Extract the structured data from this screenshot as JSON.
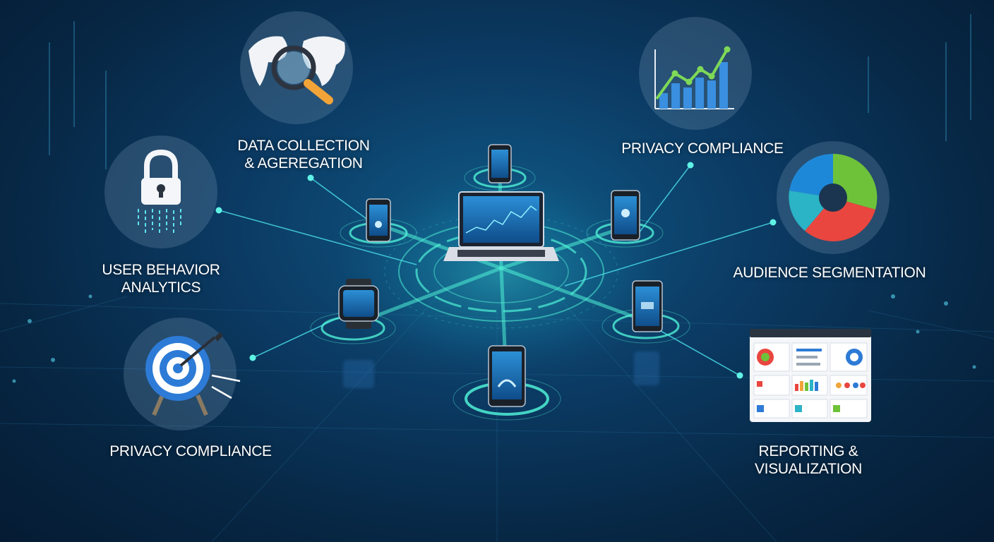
{
  "labels": {
    "data_collection": {
      "line1": "DATA COLLECTION",
      "line2": "& AGEREGATION"
    },
    "privacy_compliance_top": {
      "line1": "PRIVACY COMPLIANCE"
    },
    "user_behavior": {
      "line1": "USER BEHAVIOR",
      "line2": "ANALYTICS"
    },
    "audience_segmentation": {
      "line1": "AUDIENCE SEGMENTATION"
    },
    "privacy_compliance_bottom": {
      "line1": "PRIVACY COMPLIANCE"
    },
    "reporting": {
      "line1": "REPORTING &",
      "line2": "VISUALIZATION"
    }
  },
  "icons": {
    "globe": "globe-magnifier-icon",
    "chart": "bar-line-chart-icon",
    "lock": "padlock-icon",
    "pie": "donut-pie-chart-icon",
    "target": "target-arrow-icon",
    "dashboard": "dashboard-report-icon"
  },
  "colors": {
    "background": "#0b3a63",
    "glow": "#4ff0d6",
    "line": "#3fd9e0",
    "node_fill": "rgba(120,150,180,0.28)",
    "pie_blue": "#1e88d8",
    "pie_green": "#6ec23a",
    "pie_red": "#e8463f",
    "pie_teal": "#2bb3c6"
  }
}
